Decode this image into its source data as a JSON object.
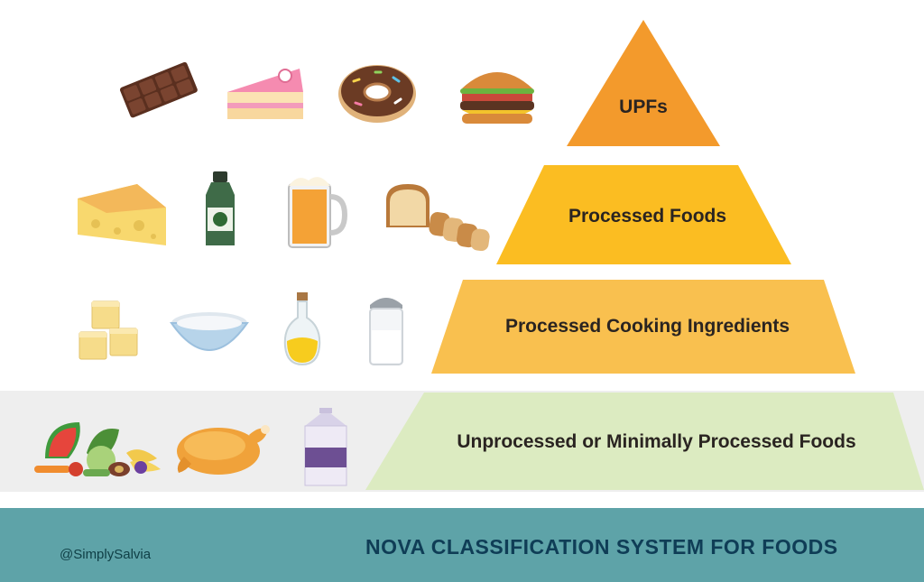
{
  "tiers": [
    {
      "label": "UPFs",
      "color": "#f39a2c"
    },
    {
      "label": "Processed Foods",
      "color": "#fbbd22"
    },
    {
      "label": "Processed Cooking Ingredients",
      "color": "#f9c04f"
    },
    {
      "label": "Unprocessed or Minimally Processed Foods",
      "color": "#dcebc1"
    }
  ],
  "footer": {
    "credit": "@SimplySalvia",
    "title": "NOVA CLASSIFICATION SYSTEM FOR FOODS",
    "color": "#5ea3a8"
  },
  "icons": {
    "row1": [
      "chocolate-bar-icon",
      "cake-slice-icon",
      "donut-icon",
      "burger-icon"
    ],
    "row2": [
      "cheese-wedge-icon",
      "bottle-icon",
      "beer-mug-icon",
      "bread-loaf-icon"
    ],
    "row3": [
      "butter-cubes-icon",
      "flour-bowl-icon",
      "oil-bottle-icon",
      "salt-shaker-icon"
    ],
    "row4": [
      "fruit-vegetables-icon",
      "roast-chicken-icon",
      "milk-carton-icon"
    ]
  }
}
